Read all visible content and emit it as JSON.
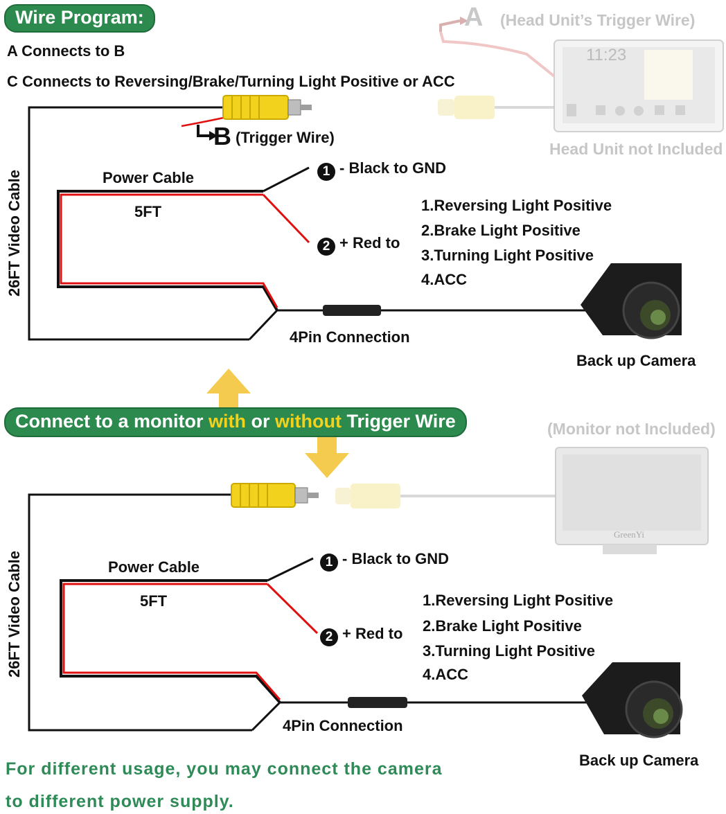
{
  "top": {
    "pill": "Wire Program:",
    "line1": "A Connects to B",
    "line2": "C Connects to Reversing/Brake/Turning Light Positive or ACC",
    "a_letter": "A",
    "a_label": "(Head Unit’s Trigger Wire)",
    "b_letter": "B",
    "b_label": "(Trigger Wire)",
    "head_unit_note": "Head Unit not Included",
    "head_unit_time": "11:23",
    "video_cable": "26FT Video Cable",
    "power_cable": "Power Cable",
    "length": "5FT",
    "gnd_num": "1",
    "gnd": "- Black to GND",
    "red_num": "2",
    "red": "+ Red to",
    "options": [
      "1.Reversing Light Positive",
      "2.Brake Light Positive",
      "3.Turning Light Positive",
      "4.ACC"
    ],
    "connection": "4Pin Connection",
    "camera": "Back up Camera"
  },
  "middle": {
    "pill_a": "Connect to a monitor ",
    "pill_with": "with",
    "pill_or": " or ",
    "pill_without": "without",
    "pill_b": " Trigger Wire",
    "monitor_note": "(Monitor not Included)",
    "monitor_brand": "GreenYi"
  },
  "bottom": {
    "video_cable": "26FT Video Cable",
    "power_cable": "Power Cable",
    "length": "5FT",
    "gnd_num": "1",
    "gnd": "- Black to GND",
    "red_num": "2",
    "red": "+ Red to",
    "options": [
      "1.Reversing Light Positive",
      "2.Brake Light Positive",
      "3.Turning Light Positive",
      "4.ACC"
    ],
    "connection": "4Pin Connection",
    "camera": "Back up Camera",
    "note1": "For different usage, you may connect the camera",
    "note2": "to different power supply."
  },
  "colors": {
    "green": "#2d8a4e",
    "yellow": "#f2d21c",
    "red": "#e01010",
    "wire": "#111111"
  }
}
